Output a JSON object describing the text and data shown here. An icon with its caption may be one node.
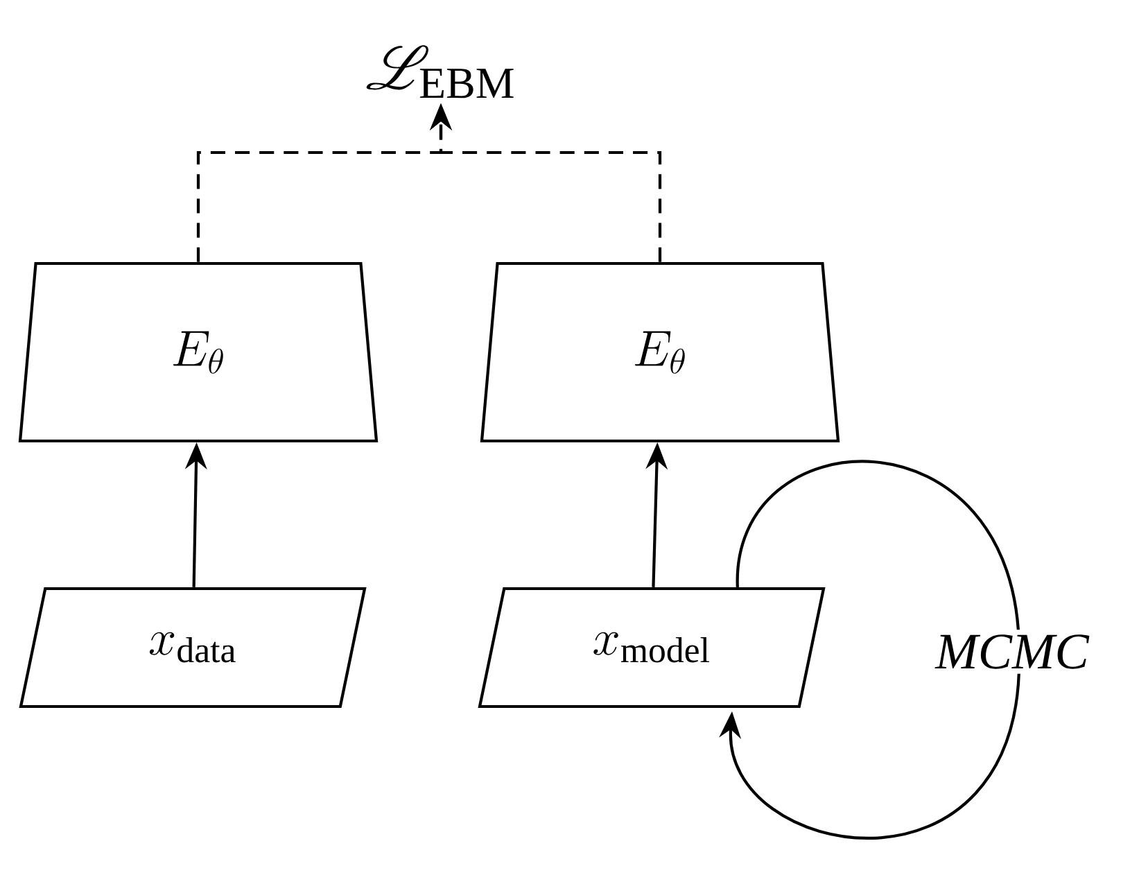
{
  "diagram": {
    "nodes": [
      {
        "text": [
          "\\mathscr{L}_{\\text{EBM}}"
        ]
      },
      {
        "text": [
          "E_\\theta"
        ]
      },
      {
        "text": [
          "E_\\theta"
        ]
      },
      {
        "text": [
          "x_{\\text{data}}"
        ]
      },
      {
        "text": [
          "x_{\\text{model}}"
        ]
      }
    ],
    "edges": [
      {
        "from": 3,
        "to": 1,
        "arrow": "to"
      },
      {
        "from": 4,
        "to": 2,
        "arrow": "to"
      },
      {
        "from": 1,
        "to": 0,
        "arrow": "to",
        "style": "dashed"
      },
      {
        "from": 2,
        "to": 0,
        "arrow": "to",
        "style": "dashed"
      },
      {
        "from": 4,
        "to": 4,
        "arrow": "to",
        "label": "MCMC"
      }
    ]
  }
}
